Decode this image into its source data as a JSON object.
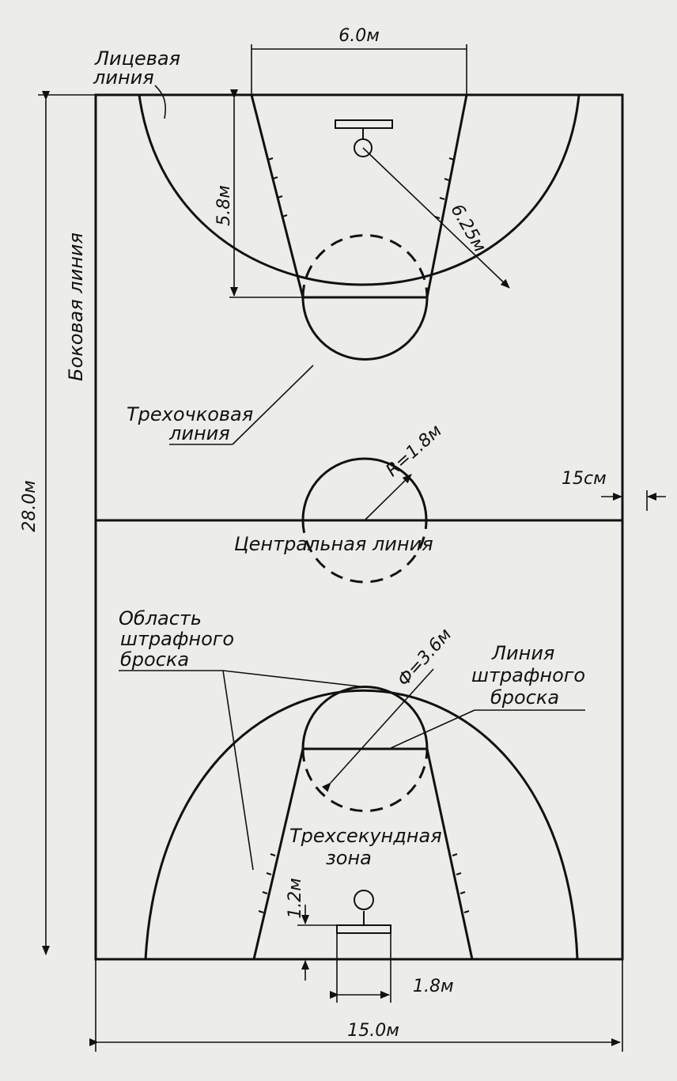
{
  "labels": {
    "endline": [
      "Лицевая",
      "линия"
    ],
    "sideline": "Боковая линия",
    "three_point": [
      "Трехочковая",
      "линия"
    ],
    "center_line": "Центральная линия",
    "free_throw_area": [
      "Область",
      "штрафного",
      "броска"
    ],
    "free_throw_line": [
      "Линия",
      "штрафного",
      "броска"
    ],
    "three_second": [
      "Трехсекундная",
      "зона"
    ]
  },
  "dimensions": {
    "key_width": "6.0м",
    "key_length": "5.8м",
    "three_point_radius": "6.25м",
    "center_radius": "R=1.8м",
    "line_width": "15см",
    "court_length": "28.0м",
    "circle_diameter": "Ф=3.6м",
    "board_distance": "1.2м",
    "board_width": "1.8м",
    "court_width": "15.0м"
  }
}
